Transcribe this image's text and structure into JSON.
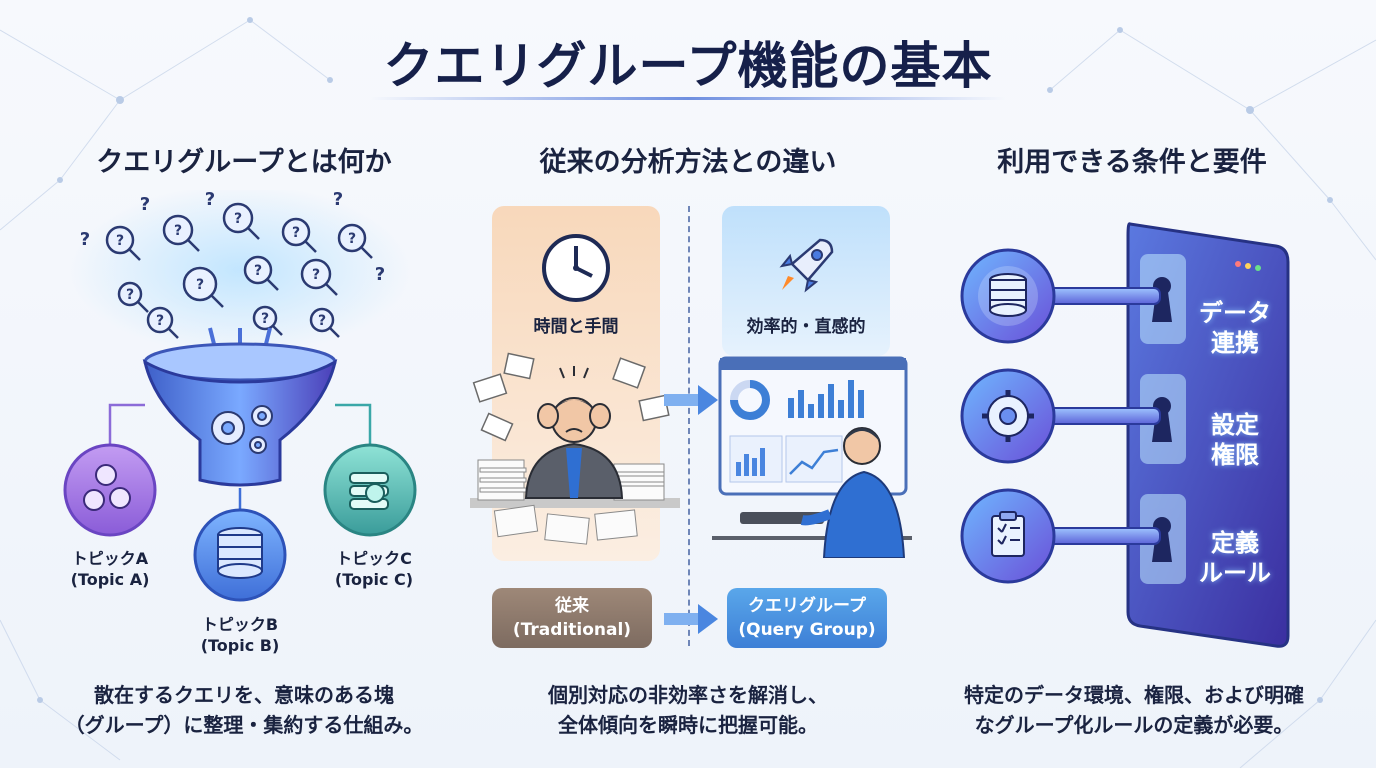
{
  "title": "クエリグループ機能の基本",
  "sections": [
    {
      "heading": "クエリグループとは何か",
      "caption": [
        "散在するクエリを、意味のある塊",
        "（グループ）に整理・集約する仕組み。"
      ],
      "topics": [
        {
          "line1": "トピックA",
          "line2": "(Topic A)"
        },
        {
          "line1": "トピックB",
          "line2": "(Topic B)"
        },
        {
          "line1": "トピックC",
          "line2": "(Topic C)"
        }
      ]
    },
    {
      "heading": "従来の分析方法との違い",
      "left_panel": "時間と手間",
      "right_panel": "効率的・直感的",
      "traditional": {
        "line1": "従来",
        "line2": "(Traditional)"
      },
      "query_group": {
        "line1": "クエリグループ",
        "line2": "(Query Group)"
      },
      "caption": [
        "個別対応の非効率さを解消し、",
        "全体傾向を瞬時に把握可能。"
      ]
    },
    {
      "heading": "利用できる条件と要件",
      "keys": [
        {
          "icon": "database-icon",
          "line1": "データ",
          "line2": "連携"
        },
        {
          "icon": "gear-icon",
          "line1": "設定",
          "line2": "権限"
        },
        {
          "icon": "clipboard-icon",
          "line1": "定義",
          "line2": "ルール"
        }
      ],
      "caption": [
        "特定のデータ環境、権限、および明確",
        "なグループ化ルールの定義が必要。"
      ]
    }
  ],
  "colors": {
    "title": "#16204a",
    "accent_blue": "#3d7fd6",
    "accent_purple": "#7b5bd6",
    "teal": "#3aa7a8",
    "traditional_bg": "#f8dcc3",
    "query_bg": "#cfe6fb"
  }
}
